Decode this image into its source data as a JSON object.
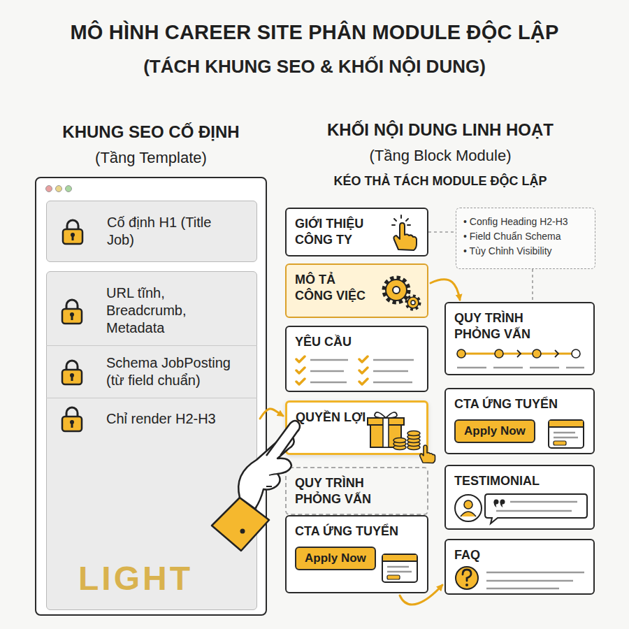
{
  "diagram": {
    "title": "MÔ HÌNH CAREER SITE PHÂN MODULE ĐỘC LẬP",
    "nodes": [
      {
        "text": [
          "KHUNG SEO CỐ ĐỊNH",
          "(Tầng Template)"
        ]
      },
      {
        "text": [
          "Cố định H1 (Title Job)"
        ],
        "in": 0
      },
      {
        "text": [
          "URL tĩnh, Breadcrumb, Metadata"
        ],
        "in": 0
      },
      {
        "text": [
          "Schema JobPosting (từ field chuẩn)"
        ],
        "in": 0
      },
      {
        "text": [
          "Chỉ render H2-H3"
        ],
        "in": 0
      },
      {
        "text": [
          "GIỚI THIỆU CÔNG TY"
        ]
      },
      {
        "text": [
          "MÔ TẢ CÔNG VIỆC"
        ]
      },
      {
        "text": [
          "YÊU CẦU"
        ]
      },
      {
        "text": [
          "QUYỀN LỢI"
        ]
      },
      {
        "text": [
          "QUY TRÌNH PHỎNG VẤN"
        ]
      },
      {
        "text": [
          "CTA ỨNG TUYỂN",
          "Apply Now"
        ]
      },
      {
        "text": [
          "• Config Heading H2-H3",
          "• Field Chuẩn Schema",
          "• Tùy Chỉnh Visibility"
        ]
      },
      {
        "text": [
          "QUY TRÌNH PHỎNG VẤN"
        ]
      },
      {
        "text": [
          "CTA ỨNG TUYỂN",
          "Apply Now"
        ]
      },
      {
        "text": [
          "TESTIMONIAL"
        ]
      },
      {
        "text": [
          "FAQ"
        ]
      }
    ],
    "edges": [
      {
        "from": 5,
        "to": 11,
        "arrow": "none"
      },
      {
        "from": 6,
        "to": 12,
        "arrow": "to"
      },
      {
        "from": 11,
        "to": 12,
        "arrow": "none"
      },
      {
        "from": 4,
        "to": 8,
        "arrow": "to"
      },
      {
        "from": 10,
        "to": 15,
        "arrow": "to"
      }
    ],
    "labels": [
      "(TÁCH KHUNG SEO & KHỐI NỘI DUNG)",
      "KHỐI NỘI DUNG LINH HOẠT",
      "(Tầng Block Module)",
      "KÉO THẢ TÁCH MODULE ĐỘC LẬP",
      "LIGHT"
    ]
  }
}
